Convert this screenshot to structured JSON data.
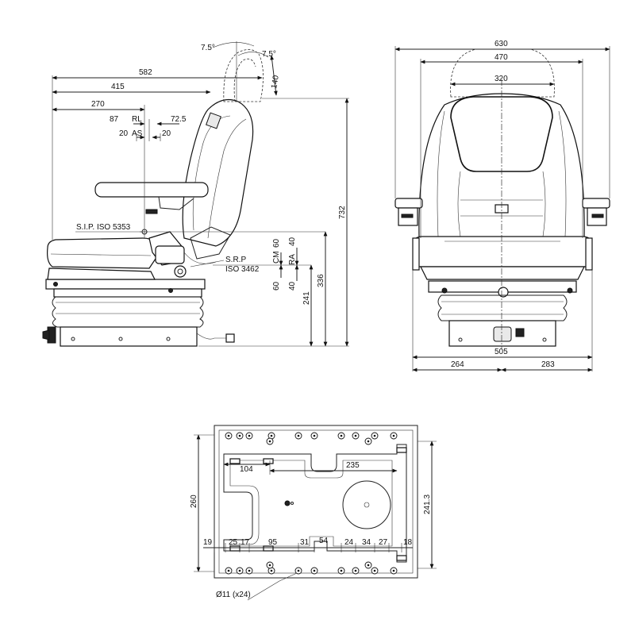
{
  "side_view": {
    "angle_left": "7.5°",
    "angle_right": "7.5°",
    "headrest_travel": "140",
    "dim_582": "582",
    "dim_415": "415",
    "dim_270": "270",
    "dim_87": "87",
    "label_rl": "RL",
    "dim_72_5": "72.5",
    "dim_20_left": "20",
    "label_as": "AS",
    "dim_20_right": "20",
    "label_sip": "S.I.P. ISO 5353",
    "label_srp": "S.R.P",
    "label_iso3462": "ISO 3462",
    "label_cm": "CM",
    "label_ra": "RA",
    "dim_60_top": "60",
    "dim_60_bottom": "60",
    "dim_40_top": "40",
    "dim_40_bottom": "40",
    "dim_241": "241",
    "dim_336": "336",
    "dim_732": "732"
  },
  "front_view": {
    "dim_630": "630",
    "dim_470": "470",
    "dim_320": "320",
    "dim_505": "505",
    "dim_264": "264",
    "dim_283": "283"
  },
  "base_view": {
    "dim_104": "104",
    "dim_235": "235",
    "dim_260": "260",
    "dim_241_3": "241.3",
    "dim_19": "19",
    "dim_25": "25",
    "dim_17": "17",
    "dim_95": "95",
    "dim_31": "31",
    "dim_54": "54",
    "dim_24": "24",
    "dim_34": "34",
    "dim_27": "27",
    "dim_18": "18",
    "hole_note": "Ø11 (x24)"
  }
}
